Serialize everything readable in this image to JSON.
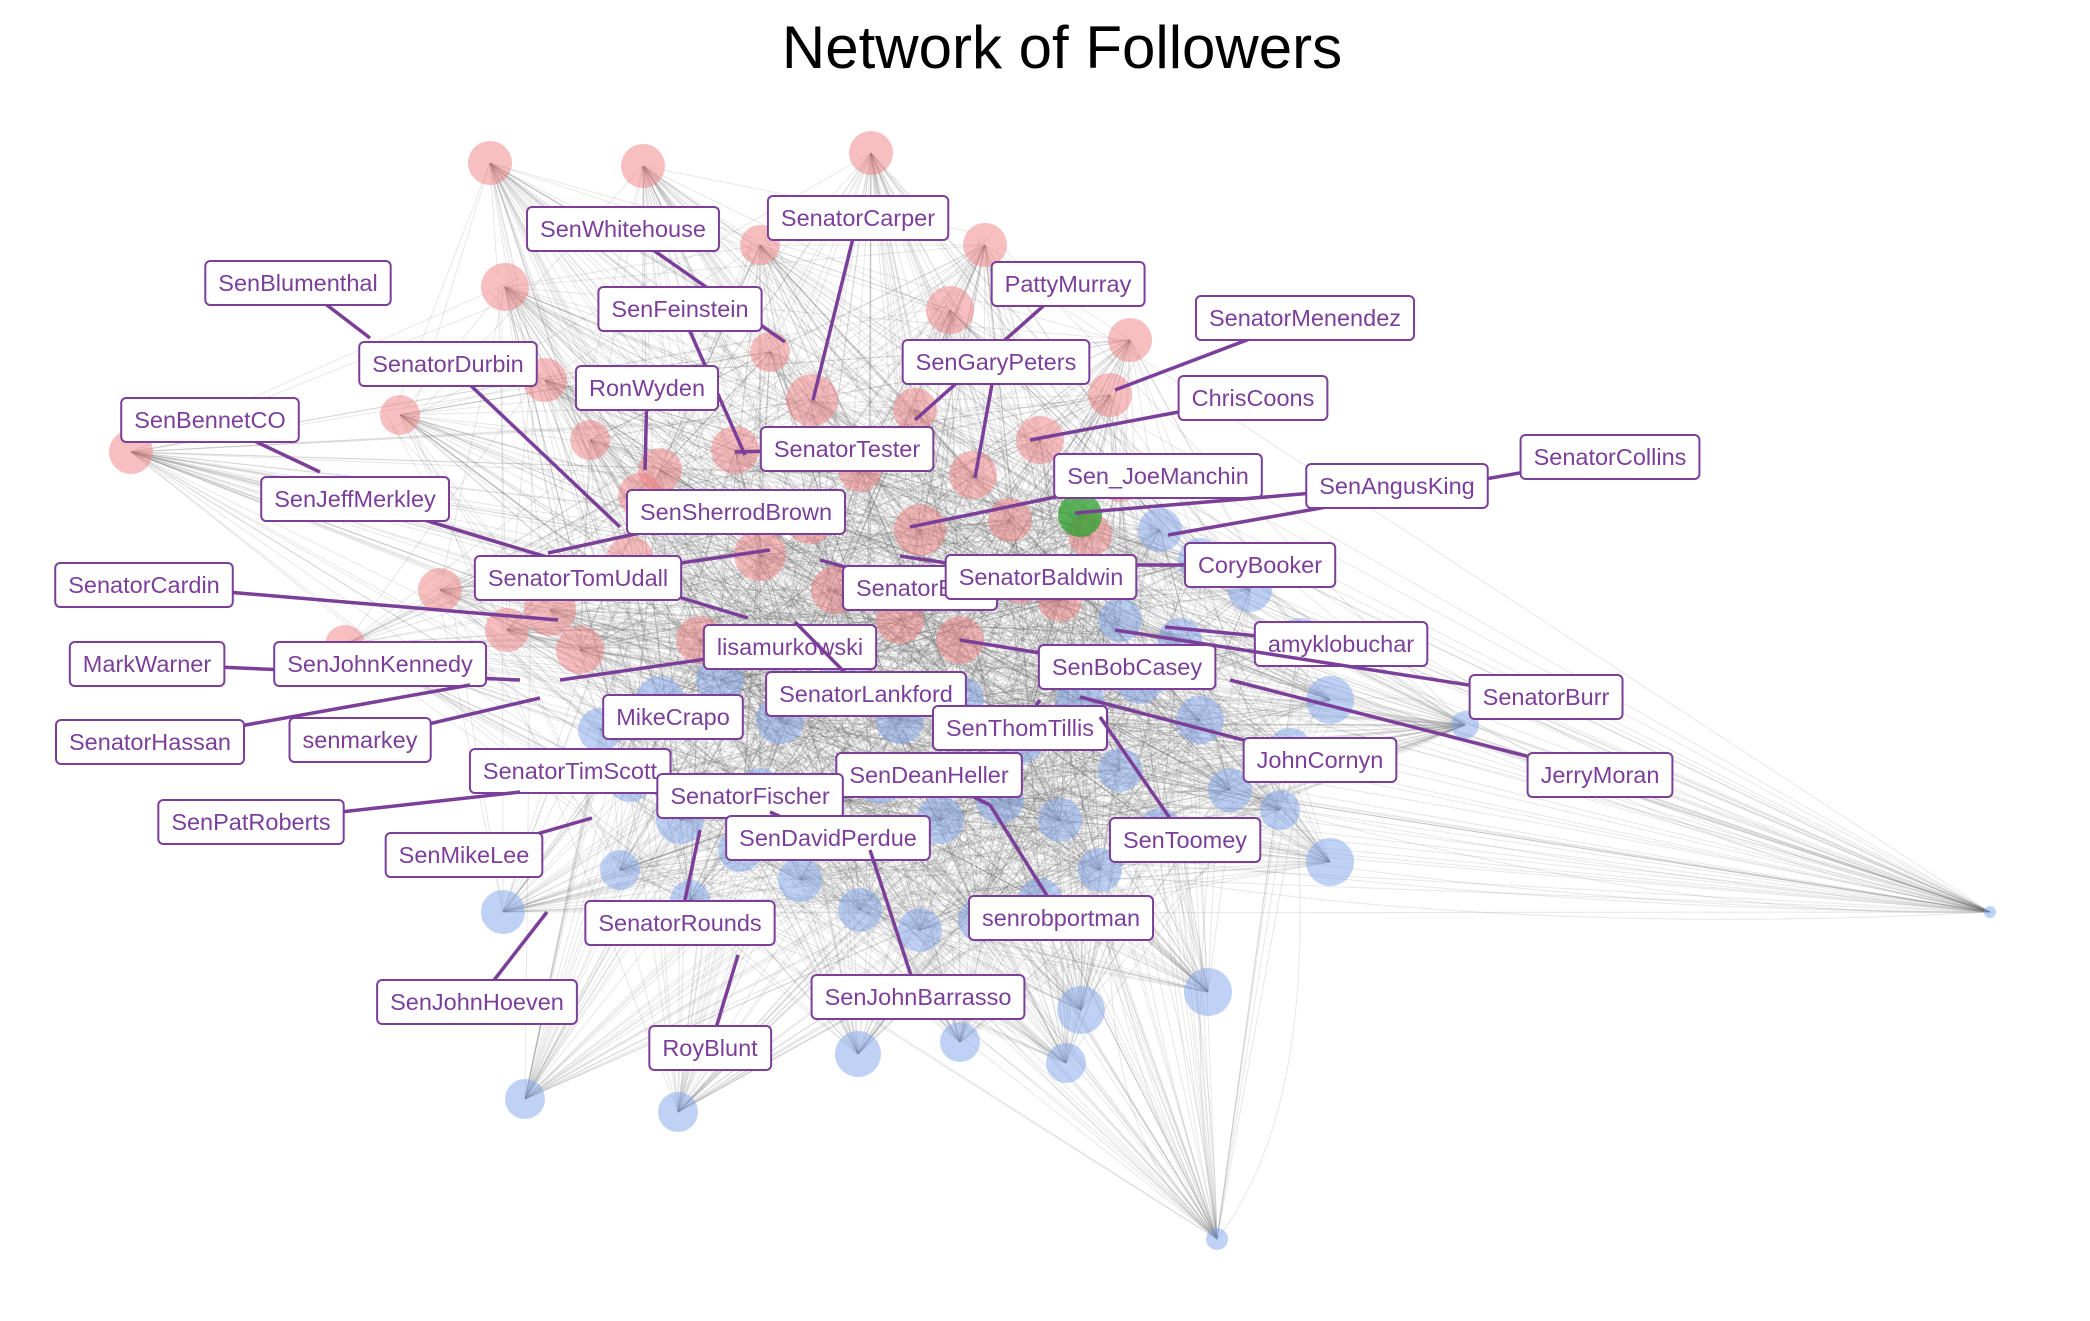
{
  "title": "Network of Followers",
  "colors": {
    "democrat": "#f08080",
    "republican": "#7fa6ee",
    "independent": "#2ca02c",
    "edge": "#6b6b6b",
    "label": "#7b3f9a"
  },
  "labels": [
    "SenWhitehouse",
    "SenatorCarper",
    "SenBlumenthal",
    "SenFeinstein",
    "PattyMurray",
    "SenatorMenendez",
    "SenatorDurbin",
    "RonWyden",
    "SenGaryPeters",
    "ChrisCoons",
    "SenBennetCO",
    "SenatorTester",
    "SenatorCollins",
    "Sen_JoeManchin",
    "SenAngusKing",
    "SenJeffMerkley",
    "SenSherrodBrown",
    "CoryBooker",
    "SenatorCardin",
    "SenatorTomUdall",
    "SenatorEnzi",
    "SenatorBaldwin",
    "amyklobuchar",
    "lisamurkowski",
    "MarkWarner",
    "SenJohnKennedy",
    "SenBobCasey",
    "SenatorBurr",
    "SenatorLankford",
    "SenatorHassan",
    "senmarkey",
    "MikeCrapo",
    "SenThomTillis",
    "JohnCornyn",
    "JerryMoran",
    "SenatorTimScott",
    "SenDeanHeller",
    "SenatorFischer",
    "SenPatRoberts",
    "SenMikeLee",
    "SenDavidPerdue",
    "SenToomey",
    "senrobportman",
    "SenatorRounds",
    "SenJohnBarrasso",
    "SenJohnHoeven",
    "RoyBlunt"
  ]
}
